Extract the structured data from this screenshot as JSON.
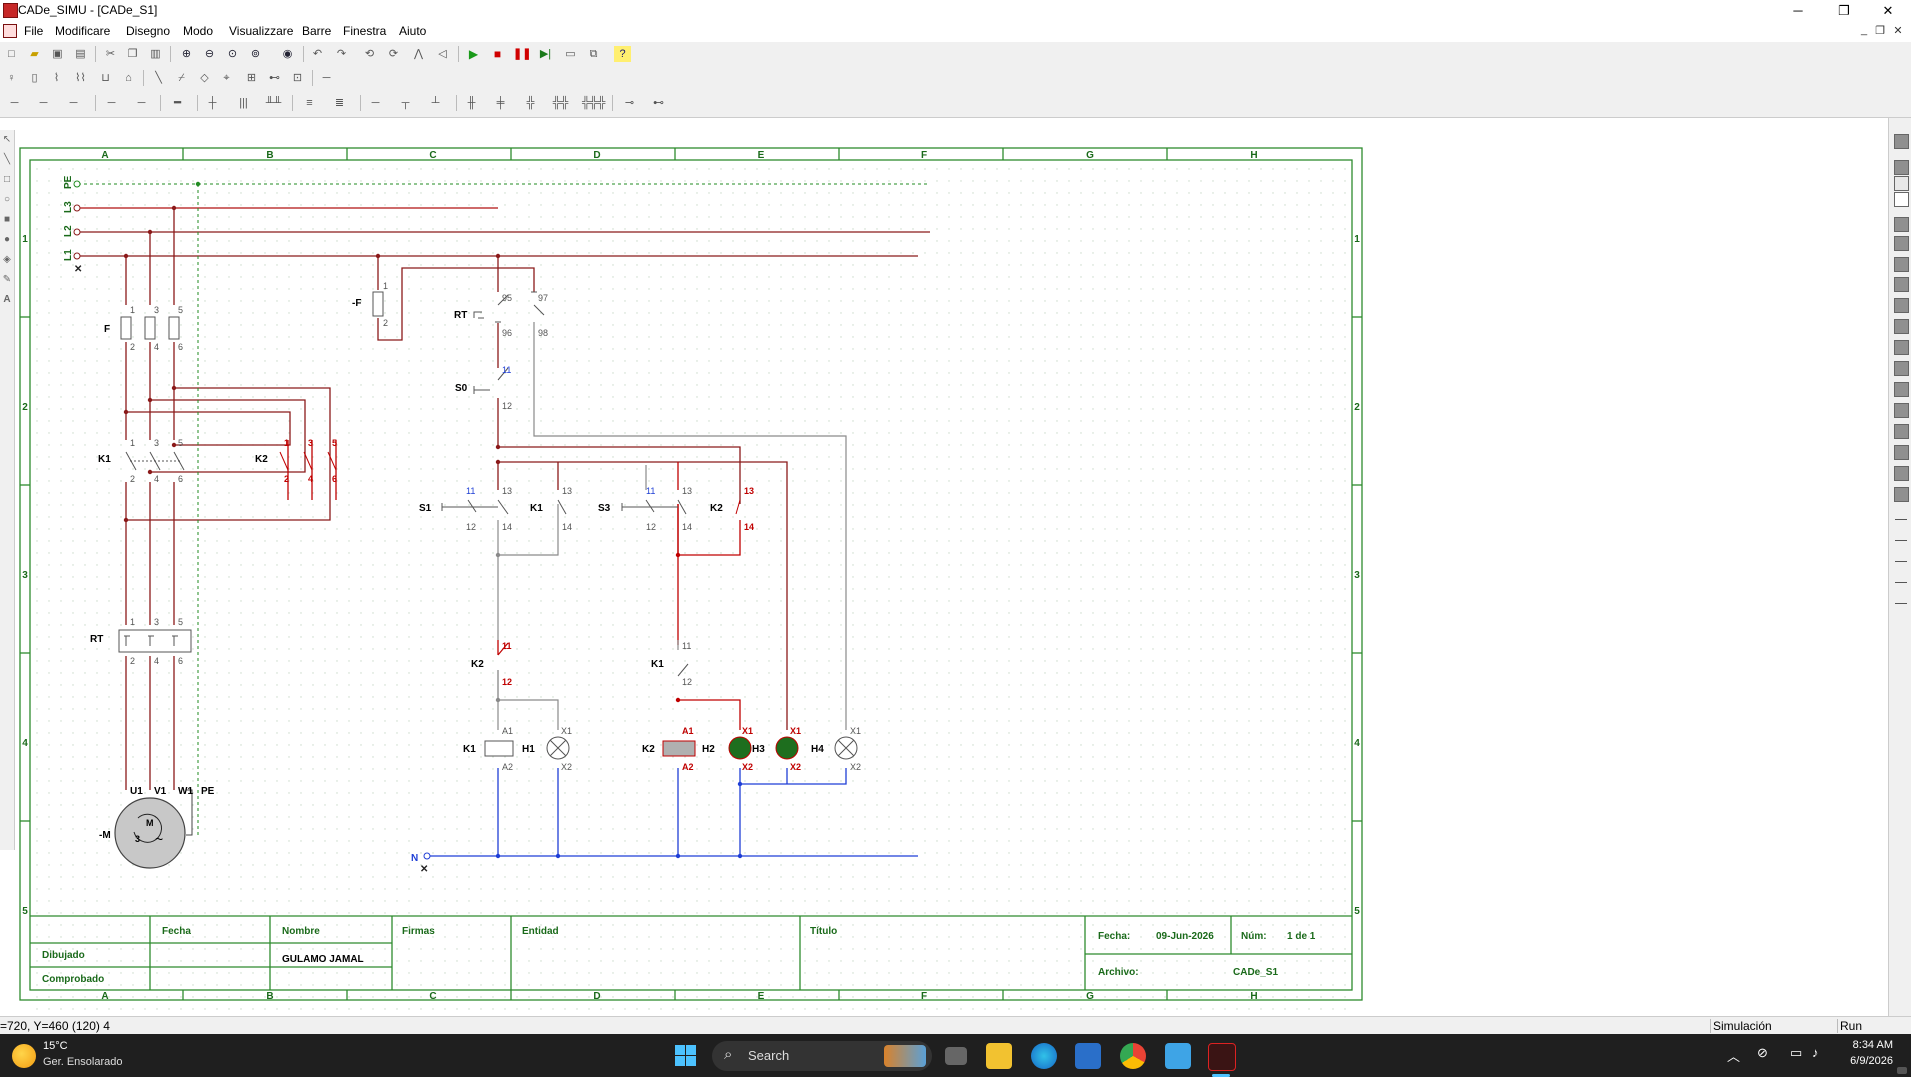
{
  "window": {
    "title": "CADe_SIMU - [CADe_S1]",
    "min_symbol": "─",
    "max_symbol": "❐",
    "close_symbol": "✕"
  },
  "menu": [
    "File",
    "Modificare",
    "Disegno",
    "Modo",
    "Visualizzare",
    "Barre",
    "Finestra",
    "Aiuto"
  ],
  "mdi_buttons": [
    "_",
    "❐",
    "✕"
  ],
  "sheet": {
    "columns": [
      "A",
      "B",
      "C",
      "D",
      "E",
      "F",
      "G",
      "H"
    ],
    "rows": [
      "1",
      "2",
      "3",
      "4",
      "5"
    ]
  },
  "schematic": {
    "phases": [
      "PE",
      "L3",
      "L2",
      "L1"
    ],
    "neutral": "N",
    "power_labels": {
      "fuse": "F",
      "fuse_pins_top": [
        "1",
        "3",
        "5"
      ],
      "fuse_pins_bottom": [
        "2",
        "4",
        "6"
      ],
      "k1": "K1",
      "k2": "K2",
      "rt": "RT",
      "motor_terminals": [
        "U1",
        "V1",
        "W1",
        "PE"
      ],
      "motor_ref": "-M",
      "motor_letter": "M",
      "motor_phases": "3",
      "motor_tilde": "~"
    },
    "control_labels": {
      "fuse_ref": "-F",
      "fuse_pins": [
        "1",
        "2"
      ],
      "rt": "RT",
      "rt_pins": [
        "95",
        "96",
        "97",
        "98"
      ],
      "s0": "S0",
      "s0_pins": [
        "11",
        "12"
      ],
      "s1": "S1",
      "s3": "S3",
      "no_pins": [
        "13",
        "14"
      ],
      "nc_pins": [
        "11",
        "12"
      ],
      "k1": "K1",
      "k2": "K2",
      "coil_pins": [
        "A1",
        "A2"
      ],
      "lamp_pins": [
        "X1",
        "X2"
      ],
      "h1": "H1",
      "h2": "H2",
      "h3": "H3",
      "h4": "H4"
    }
  },
  "title_block": {
    "fecha_header": "Fecha",
    "nombre_header": "Nombre",
    "firmas_header": "Firmas",
    "entidad_header": "Entidad",
    "titulo_header": "Título",
    "dibujado_label": "Dibujado",
    "comprobado_label": "Comprobado",
    "dibujado_name": "GULAMO JAMAL",
    "fecha_label": "Fecha:",
    "fecha_value": "09-Jun-2026",
    "num_label": "Núm:",
    "num_value": "1 de 1",
    "archivo_label": "Archivo:",
    "archivo_value": "CADe_S1"
  },
  "status": {
    "coords": "=720, Y=460 (120) 4",
    "mode": "Simulación",
    "state": "Run"
  },
  "taskbar": {
    "weather_temp": "15°C",
    "weather_desc": "Ger. Ensolarado",
    "search_placeholder": "Search",
    "time": "8:34 AM",
    "date": "6/9/2026"
  },
  "colors": {
    "frame_green": "#2e8b2e",
    "power_wire": "#8b1a1a",
    "pe_wire": "#228b22",
    "active_wire": "#c00000",
    "neutral_wire": "#1f3fd6",
    "grey_wire": "#8a8a8a",
    "lamp_on": "#1e6e1e"
  }
}
